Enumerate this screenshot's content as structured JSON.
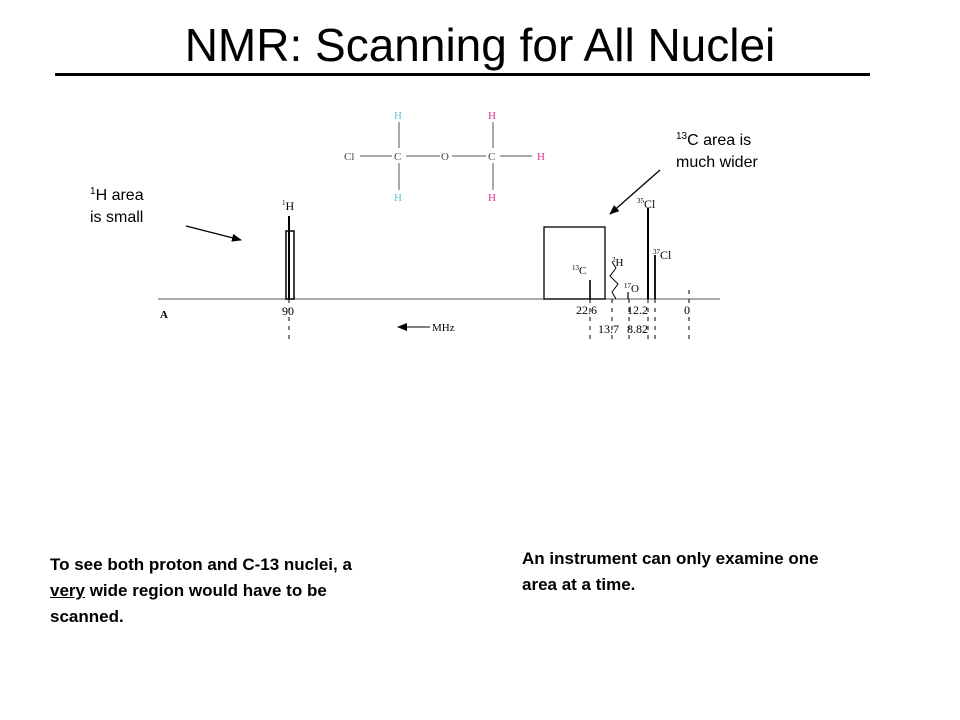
{
  "title": "NMR:  Scanning for All Nuclei",
  "annotations": {
    "proton": {
      "prefix": "1",
      "line1": "H area",
      "line2": "is small"
    },
    "carbon": {
      "prefix": "13",
      "line1": "C area is",
      "line2": "much wider"
    }
  },
  "molecule": {
    "atoms": {
      "cl": "Cl",
      "c": "C",
      "o": "O",
      "h": "H"
    },
    "colors": {
      "hydrogen": "#e0338a",
      "hydrogen_top": "#5cc6d6",
      "bonds": "#555555"
    }
  },
  "spectrum": {
    "axis_label_a": "A",
    "direction_label": "MHz",
    "peaks": {
      "h1": {
        "mass": "1",
        "symbol": "H"
      },
      "c13": {
        "mass": "13",
        "symbol": "C"
      },
      "h2": {
        "mass": "2",
        "symbol": "H"
      },
      "o17": {
        "mass": "17",
        "symbol": "O"
      },
      "cl35": {
        "mass": "35",
        "symbol": "Cl"
      },
      "cl37": {
        "mass": "37",
        "symbol": "Cl"
      }
    },
    "ticks": {
      "t90": "90",
      "t22_6": "22.6",
      "t12_2": "12.2",
      "t0": "0",
      "t13_7": "13.7",
      "t8_82": "8.82"
    }
  },
  "bottom_left": {
    "part1": "To see both proton and C-13 nuclei, a ",
    "emphasis": "very",
    "part2": " wide region would have to be scanned."
  },
  "bottom_right": {
    "text": "An instrument can only examine one area at a time."
  }
}
